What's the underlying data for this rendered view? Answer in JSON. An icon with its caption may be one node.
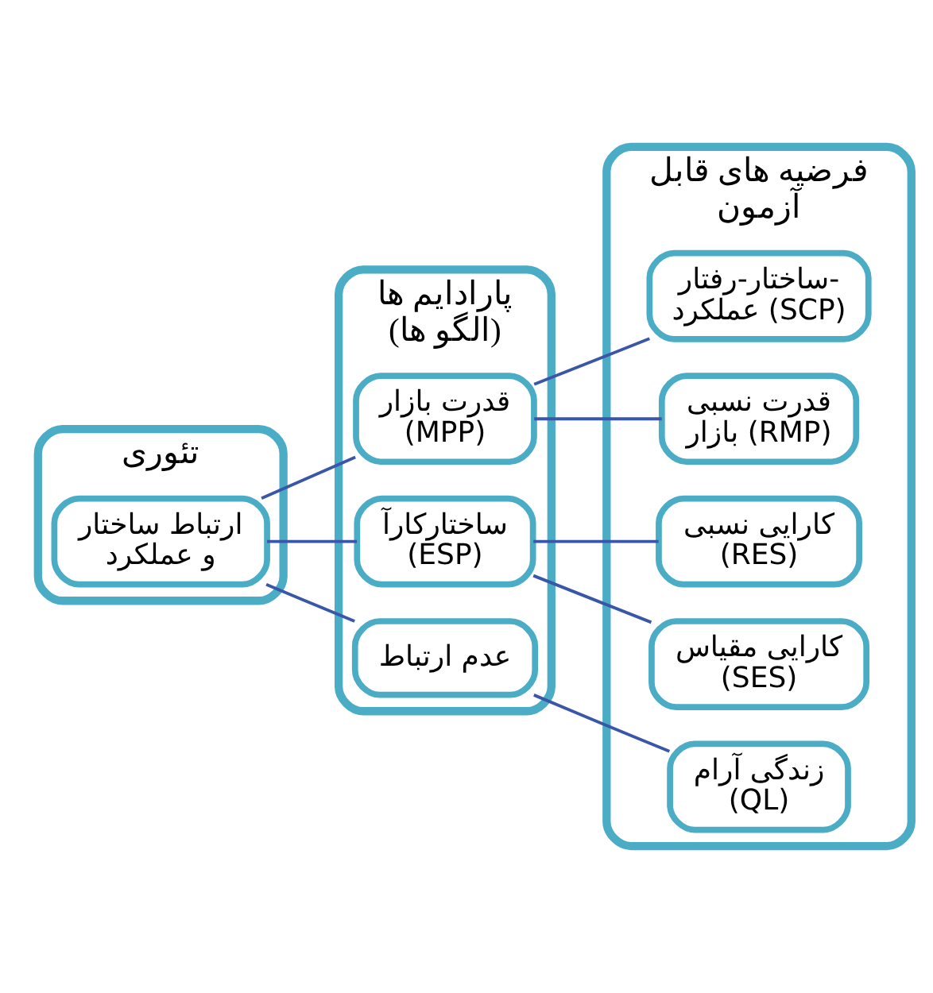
{
  "diagram": {
    "nodes": [
      {
        "text": [
          "فرضیه های قابل آزمون"
        ]
      },
      {
        "text": [
          "پارادایم ها",
          "(الگو ها)"
        ]
      },
      {
        "text": [
          "تئوری"
        ]
      },
      {
        "text": [
          "ساختار-رفتار- عملکرد (SCP)"
        ],
        "in": 0
      },
      {
        "text": [
          "قدرت نسبی بازار (RMP)"
        ],
        "in": 0
      },
      {
        "text": [
          "کارایی نسبی (RES)"
        ],
        "in": 0
      },
      {
        "text": [
          "کارایی مقیاس (SES)"
        ],
        "in": 0
      },
      {
        "text": [
          "زندگی آرام (QL)"
        ],
        "in": 0
      },
      {
        "text": [
          "قدرت بازار (MPP)"
        ],
        "in": 1
      },
      {
        "text": [
          "ساختارکارآ (ESP)"
        ],
        "in": 1
      },
      {
        "text": [
          "عدم ارتباط"
        ],
        "in": 1
      },
      {
        "text": [
          "ارتباط ساختار و عملکرد"
        ],
        "in": 2
      }
    ],
    "edges": [
      {
        "from": 11,
        "to": 8,
        "arrow": "none"
      },
      {
        "from": 11,
        "to": 9,
        "arrow": "none"
      },
      {
        "from": 11,
        "to": 10,
        "arrow": "none"
      },
      {
        "from": 8,
        "to": 3,
        "arrow": "none"
      },
      {
        "from": 8,
        "to": 4,
        "arrow": "none"
      },
      {
        "from": 9,
        "to": 5,
        "arrow": "none"
      },
      {
        "from": 9,
        "to": 6,
        "arrow": "none"
      },
      {
        "from": 10,
        "to": 7,
        "arrow": "none"
      }
    ]
  }
}
